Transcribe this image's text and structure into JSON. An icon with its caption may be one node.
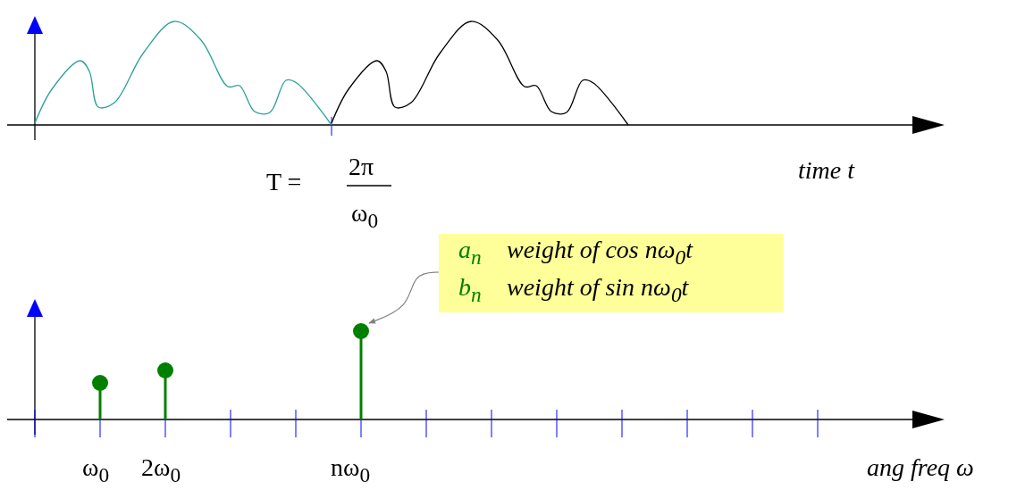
{
  "diagram": {
    "nodes": [
      {
        "text": [
          "a$_{n}$",
          "weight of cos nω$_{0}$t",
          "b$_{n}$",
          "weight of sin nω$_{0}$t"
        ]
      },
      {
        "text": [],
        "shape": "circle"
      },
      {
        "text": [],
        "shape": "circle"
      },
      {
        "text": [],
        "shape": "circle"
      }
    ],
    "edges": [
      {
        "from": 0,
        "to": 3,
        "arrow": "to",
        "color": "#808080"
      }
    ],
    "labels": [
      "T =",
      "2π",
      "ω$_{0}$",
      "time t",
      "ω$_{0}$",
      "2ω$_{0}$",
      "nω$_{0}$",
      "ang freq ω"
    ]
  }
}
